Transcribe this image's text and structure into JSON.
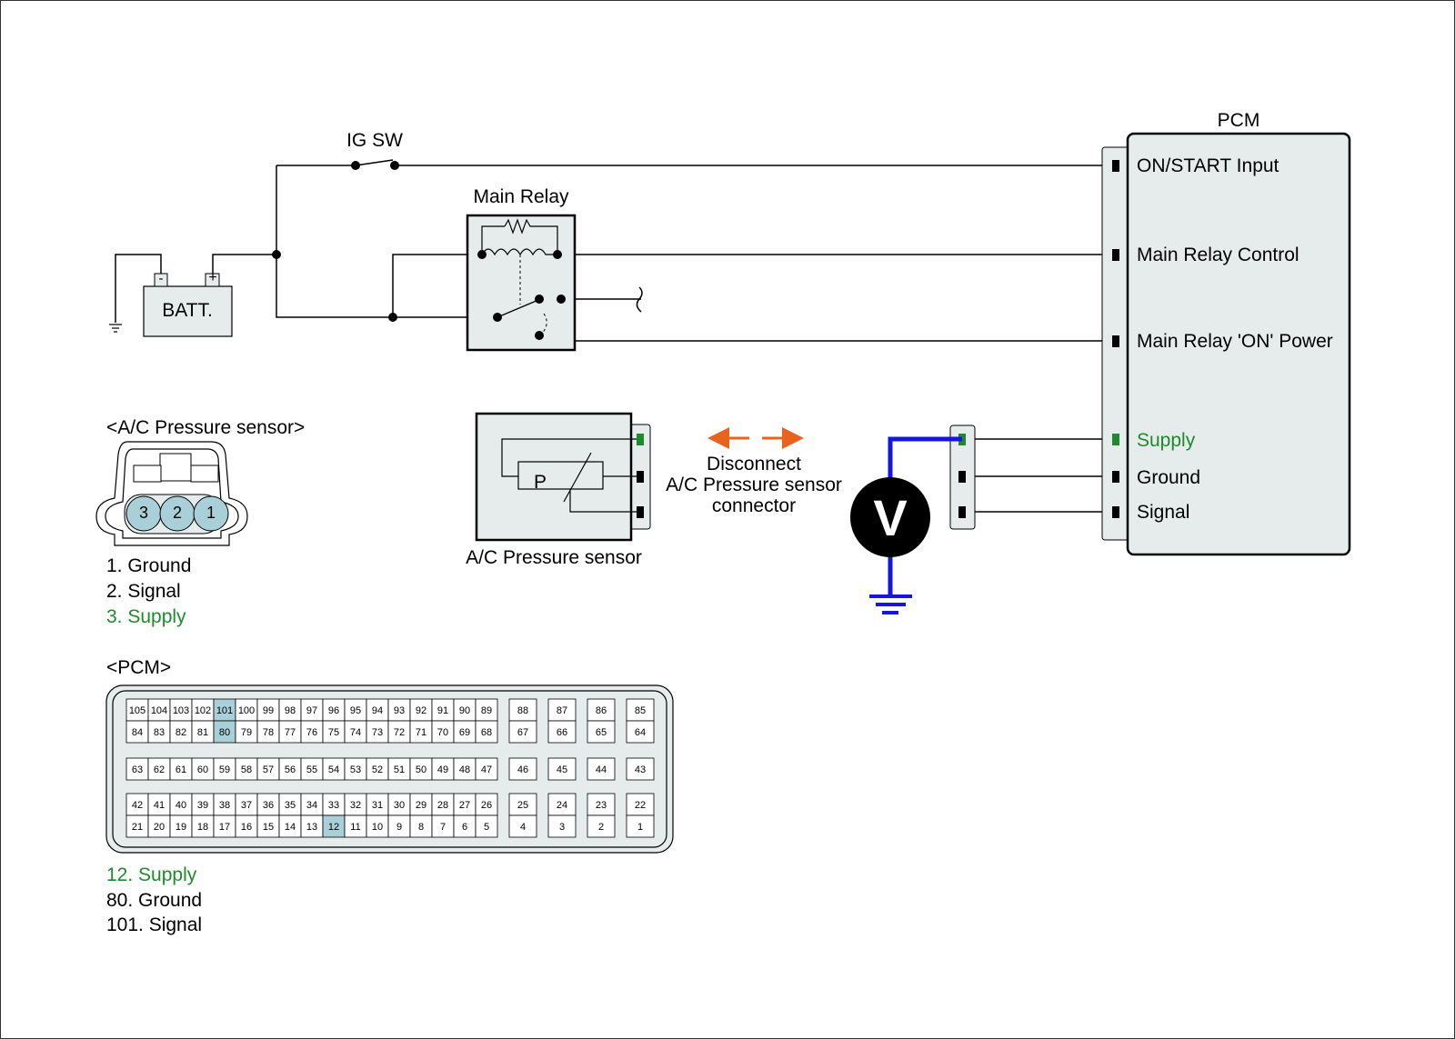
{
  "colors": {
    "accent_green": "#1e8a2c",
    "probe_blue": "#1515e0",
    "arrow_orange": "#e8641e",
    "box_fill": "#e6ecec",
    "pin_highlight": "#a9cfd9"
  },
  "schematic": {
    "ig_sw": "IG SW",
    "main_relay": "Main Relay",
    "batt": "BATT.",
    "batt_minus": "-",
    "batt_plus": "+",
    "pcm_title": "PCM",
    "pcm_inputs": [
      "ON/START Input",
      "Main Relay Control",
      "Main Relay 'ON' Power",
      "Supply",
      "Ground",
      "Signal"
    ],
    "sensor_label": "A/C Pressure sensor",
    "sensor_p": "P",
    "disconnect_lines": [
      "Disconnect",
      "A/C Pressure sensor",
      "connector"
    ],
    "voltmeter": "V"
  },
  "sensor_connector": {
    "title": "<A/C Pressure sensor>",
    "pins": [
      "3",
      "2",
      "1"
    ],
    "legend": [
      "1. Ground",
      "2. Signal",
      "3. Supply"
    ]
  },
  "pcm_connector": {
    "title": "<PCM>",
    "row1": [
      "105",
      "104",
      "103",
      "102",
      "101",
      "100",
      "99",
      "98",
      "97",
      "96",
      "95",
      "94",
      "93",
      "92",
      "91",
      "90",
      "89"
    ],
    "row2": [
      "84",
      "83",
      "82",
      "81",
      "80",
      "79",
      "78",
      "77",
      "76",
      "75",
      "74",
      "73",
      "72",
      "71",
      "70",
      "69",
      "68"
    ],
    "row3": [
      "63",
      "62",
      "61",
      "60",
      "59",
      "58",
      "57",
      "56",
      "55",
      "54",
      "53",
      "52",
      "51",
      "50",
      "49",
      "48",
      "47"
    ],
    "row4": [
      "42",
      "41",
      "40",
      "39",
      "38",
      "37",
      "36",
      "35",
      "34",
      "33",
      "32",
      "31",
      "30",
      "29",
      "28",
      "27",
      "26"
    ],
    "row5": [
      "21",
      "20",
      "19",
      "18",
      "17",
      "16",
      "15",
      "14",
      "13",
      "12",
      "11",
      "10",
      "9",
      "8",
      "7",
      "6",
      "5"
    ],
    "side_top": [
      "88",
      "87",
      "86",
      "85"
    ],
    "side_top2": [
      "67",
      "66",
      "65",
      "64"
    ],
    "side_mid": [
      "46",
      "45",
      "44",
      "43"
    ],
    "side_bot": [
      "25",
      "24",
      "23",
      "22"
    ],
    "side_bot2": [
      "4",
      "3",
      "2",
      "1"
    ],
    "highlighted": [
      "101",
      "80",
      "12"
    ],
    "legend": [
      "12. Supply",
      "80. Ground",
      "101. Signal"
    ]
  }
}
